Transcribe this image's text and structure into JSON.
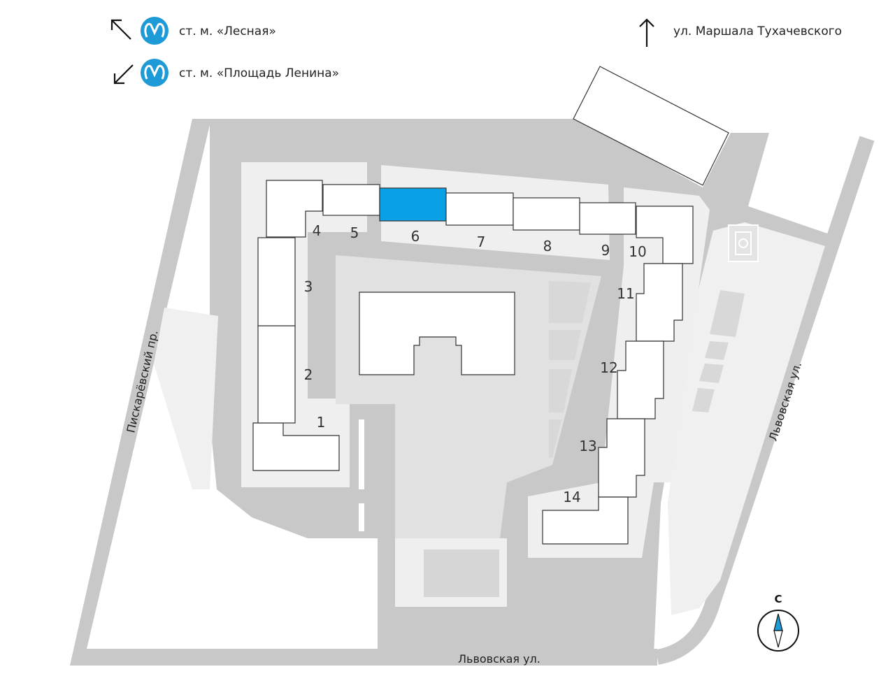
{
  "legend": {
    "metro": [
      {
        "label": "ст. м. «Лесная»",
        "icon": "metro-icon",
        "direction": "up-left-arrow-icon"
      },
      {
        "label": "ст. м. «Площадь Ленина»",
        "icon": "metro-icon",
        "direction": "down-left-arrow-icon"
      }
    ],
    "street_direction": {
      "label": "ул. Маршала Тухачевского",
      "icon": "up-arrow-icon"
    }
  },
  "streets": {
    "left": "Пискарёвский пр.",
    "bottom": "Львовская ул.",
    "right": "Львовская ул."
  },
  "buildings": [
    "1",
    "2",
    "3",
    "4",
    "5",
    "6",
    "7",
    "8",
    "9",
    "10",
    "11",
    "12",
    "13",
    "14"
  ],
  "selected_building": "6",
  "compass": {
    "label": "С"
  },
  "colors": {
    "metro": "#1e9ad6",
    "selected": "#0aa0e6",
    "road": "#c8c8c8",
    "lot": "#eeeeee",
    "court": "#e1e1e1"
  }
}
